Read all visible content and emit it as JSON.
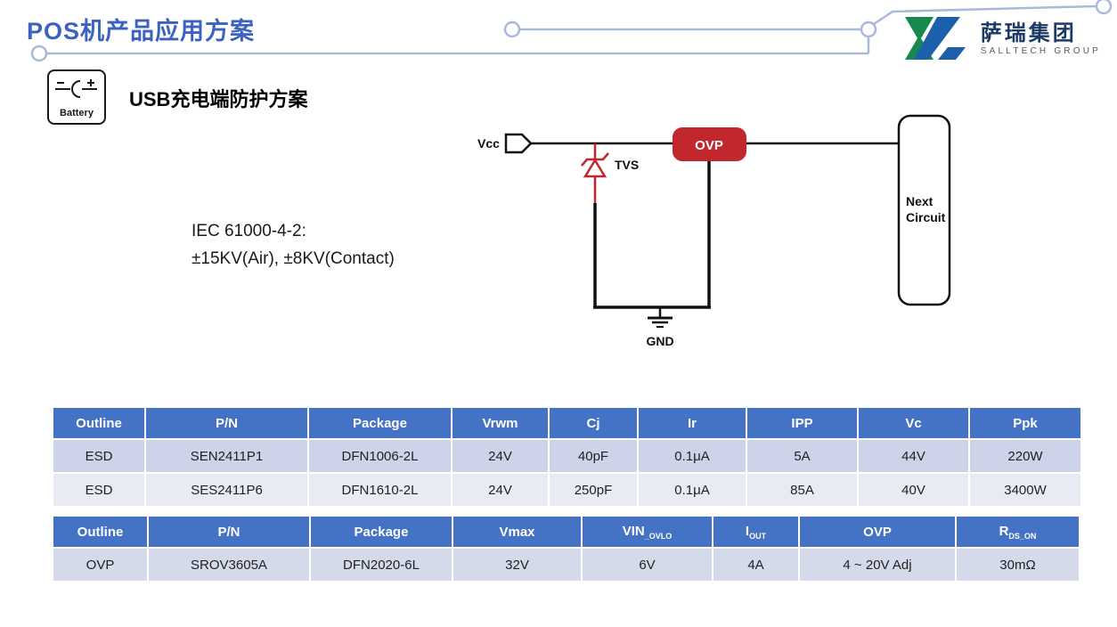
{
  "page": {
    "title": "POS机产品应用方案",
    "logo": {
      "zh": "萨瑞集团",
      "en": "SALLTECH GROUP"
    },
    "section": {
      "battery_label": "Battery",
      "heading_prefix": "USB",
      "heading_rest": "充电端防护方案"
    },
    "iec": {
      "line1": "IEC 61000-4-2:",
      "line2": "±15KV(Air), ±8KV(Contact)"
    },
    "circuit": {
      "vcc_label": "Vcc",
      "tvs_label": "TVS",
      "ovp_label": "OVP",
      "next_line1": "Next",
      "next_line2": "Circuit",
      "gnd_label": "GND"
    },
    "colors": {
      "title_blue": "#3A62BE",
      "table_header_blue": "#4472C4",
      "row_dark": "#CDD3E8",
      "row_light": "#E9EBF4",
      "row_t2": "#D5DAEB",
      "circuit_red": "#C2272E",
      "deco_line": "#AAB9DB",
      "logo_green": "#16894E",
      "logo_blue": "#1C5FAD"
    }
  },
  "tables": [
    {
      "name": "ESD protection parts",
      "headers": [
        {
          "text": "Outline"
        },
        {
          "text": "P/N"
        },
        {
          "text": "Package"
        },
        {
          "text": "Vrwm"
        },
        {
          "text": "Cj"
        },
        {
          "text": "Ir"
        },
        {
          "text": "IPP"
        },
        {
          "text": "Vc"
        },
        {
          "text": "Ppk"
        }
      ],
      "rows": [
        [
          "ESD",
          "SEN2411P1",
          "DFN1006-2L",
          "24V",
          "40pF",
          "0.1μA",
          "5A",
          "44V",
          "220W"
        ],
        [
          "ESD",
          "SES2411P6",
          "DFN1610-2L",
          "24V",
          "250pF",
          "0.1μA",
          "85A",
          "40V",
          "3400W"
        ]
      ]
    },
    {
      "name": "OVP part",
      "headers": [
        {
          "text": "Outline"
        },
        {
          "text": "P/N"
        },
        {
          "text": "Package"
        },
        {
          "text": "Vmax"
        },
        {
          "text": "VIN",
          "sub": "_OVLO"
        },
        {
          "text": "I",
          "sub": "OUT"
        },
        {
          "text": "OVP"
        },
        {
          "text": "R",
          "sub": "DS_ON"
        }
      ],
      "rows": [
        [
          "OVP",
          "SROV3605A",
          "DFN2020-6L",
          "32V",
          "6V",
          "4A",
          "4 ~ 20V Adj",
          "30mΩ"
        ]
      ]
    }
  ]
}
